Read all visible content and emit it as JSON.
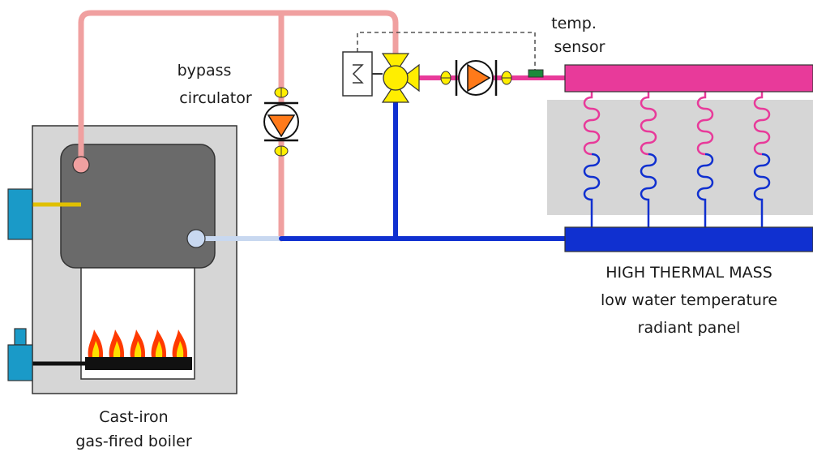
{
  "labels": {
    "bypass_line1": "bypass",
    "bypass_line2": "circulator",
    "sensor_line1": "temp.",
    "sensor_line2": "sensor",
    "panel_line1": "HIGH THERMAL MASS",
    "panel_line2": "low water temperature",
    "panel_line3": "radiant panel",
    "boiler_line1": "Cast-iron",
    "boiler_line2": "gas-fired boiler"
  },
  "colors": {
    "supply_hot": "#f0a0a0",
    "supply_mixed": "#e83a9a",
    "return_pipe": "#1030d0",
    "boiler_return_pipe": "#c8d8f0",
    "boiler_casing": "#d6d6d6",
    "boiler_block": "#6a6a6a",
    "panel_slab": "#d6d6d6",
    "manifold_supply": "#e83a9a",
    "manifold_return": "#1030d0",
    "pump_body": "#ff7a1a",
    "valve_body": "#ffee00",
    "sensor": "#1a8a3a",
    "burner_box": "#1a9ac8",
    "flame_outer": "#ff3a00",
    "flame_inner": "#ffe000"
  },
  "icons": [
    "bypass-circulator-icon",
    "mixing-valve-icon",
    "actuator-motor-icon",
    "supply-circulator-icon",
    "temp-sensor-icon",
    "flame-icon",
    "gas-valve-icon"
  ]
}
